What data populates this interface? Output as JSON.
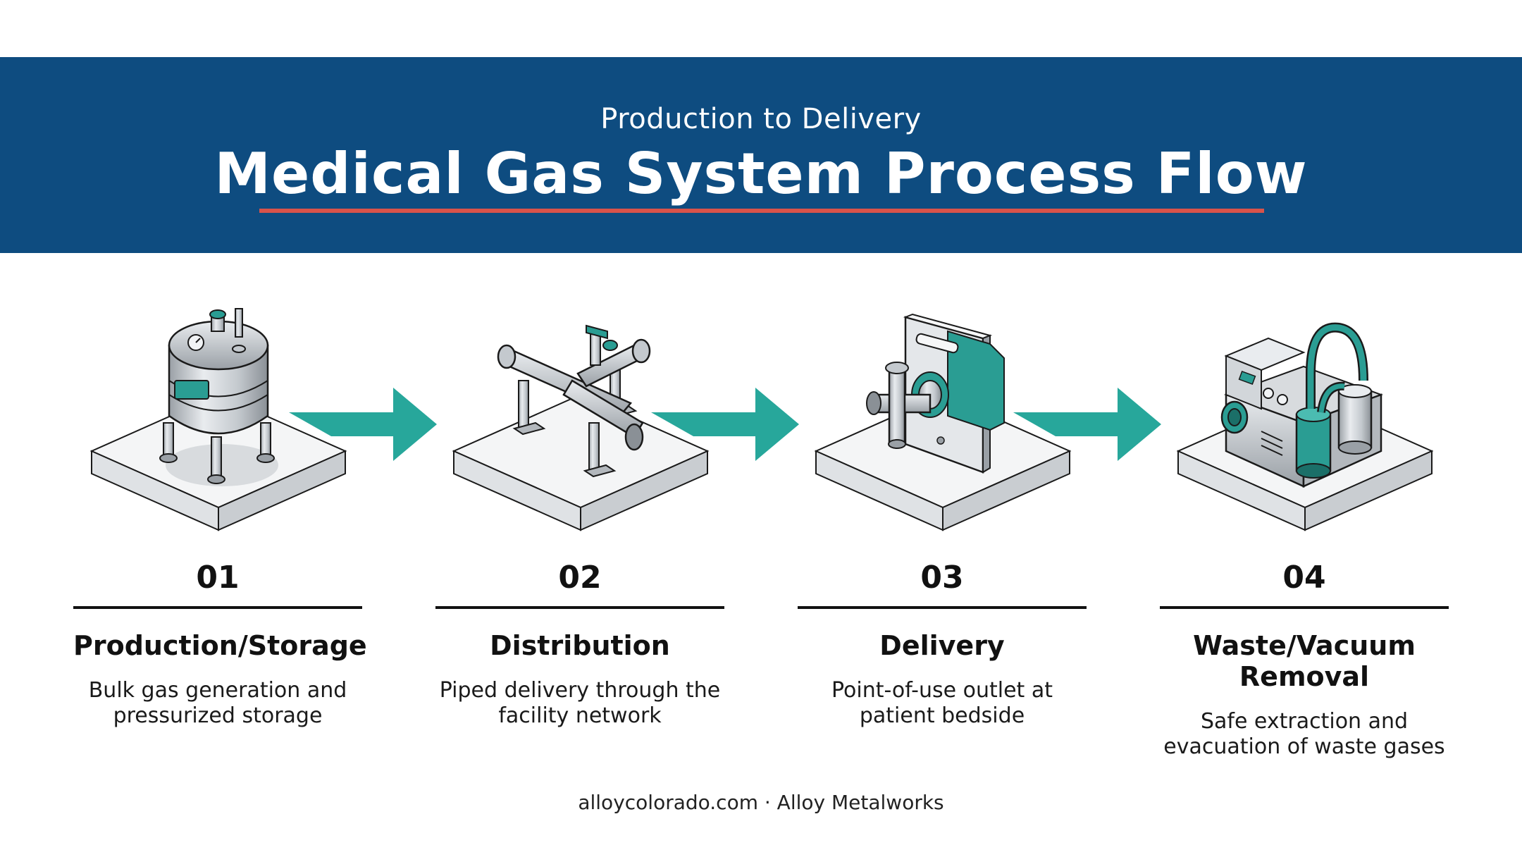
{
  "header": {
    "subtitle": "Production to Delivery",
    "title": "Medical Gas System Process Flow"
  },
  "colors": {
    "header_bg": "#0e4c80",
    "underline": "#d9534a",
    "arrow": "#27a79b",
    "teal_accent": "#2a9d93"
  },
  "steps": [
    {
      "number": "01",
      "title": "Production/Storage",
      "description": "Bulk gas generation and pressurized storage",
      "icon": "gas-storage-tank-icon"
    },
    {
      "number": "02",
      "title": "Distribution",
      "description": "Piped delivery through the facility network",
      "icon": "pipe-network-icon"
    },
    {
      "number": "03",
      "title": "Delivery",
      "description": "Point-of-use outlet at patient bedside",
      "icon": "wall-outlet-icon"
    },
    {
      "number": "04",
      "title": "Waste/Vacuum Removal",
      "description": "Safe extraction and evacuation of waste gases",
      "icon": "vacuum-pump-icon"
    }
  ],
  "footer": "alloycolorado.com · Alloy Metalworks"
}
